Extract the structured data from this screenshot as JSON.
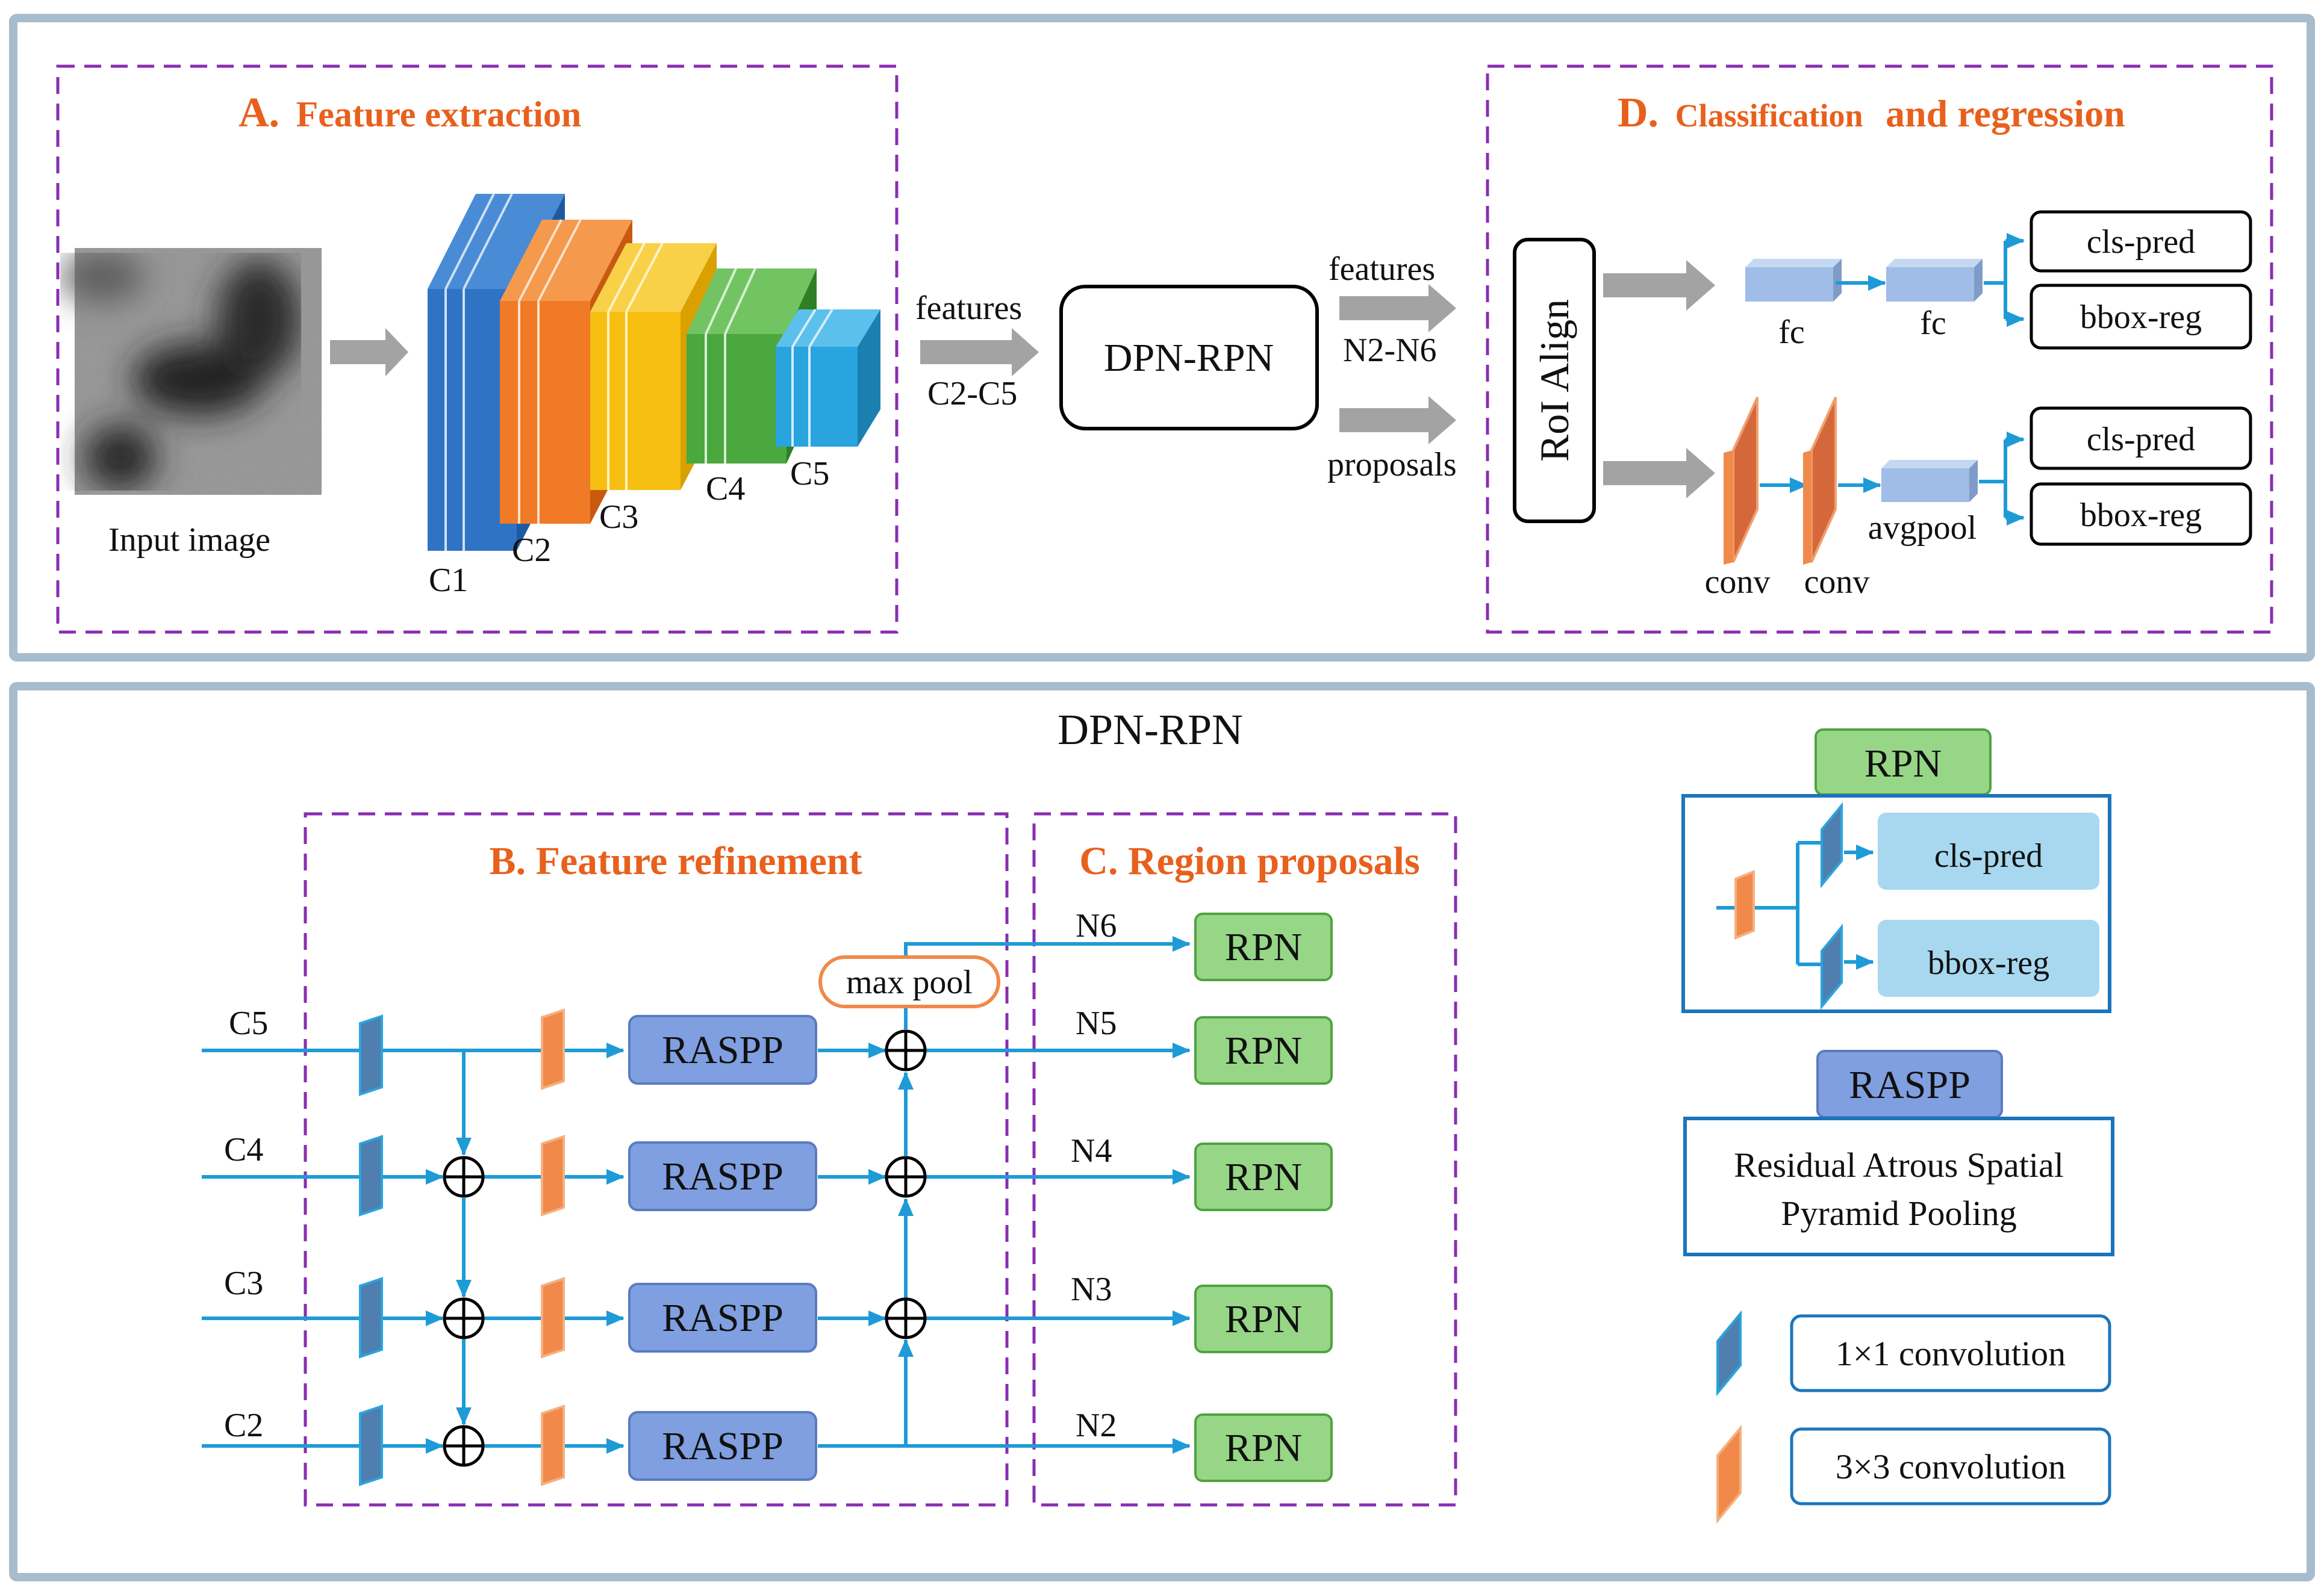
{
  "colors": {
    "panel_border": "#a7bccd",
    "dashed_border": "#8a2db2",
    "title_orange": "#e8601c",
    "arrow_blue": "#1e9bd7",
    "arrow_gray": "#a3a3a3",
    "raspp_fill": "#7f9fe0",
    "rpn_fill": "#97d687",
    "conv1x1": "#4f7fae",
    "conv3x3": "#f0894a",
    "fc_block": "#9fbde6",
    "legend_blue": "#1b75bc",
    "rpn_legend_box": "#a7d8f0",
    "c1": "#2f73c4",
    "c2": "#f07a26",
    "c3": "#f6bf12",
    "c4": "#4aa83e",
    "c5": "#2aa4de"
  },
  "top": {
    "feature_extraction": {
      "title_letter": "A.",
      "title_text": "Feature extraction",
      "input_label": "Input image",
      "stages": [
        "C1",
        "C2",
        "C3",
        "C4",
        "C5"
      ]
    },
    "arrow_features_label": "features",
    "arrow_c_label": "C2-C5",
    "dpn_rpn_box": "DPN-RPN",
    "arrow_out_features": "features",
    "arrow_out_n": "N2-N6",
    "arrow_out_proposals": "proposals",
    "classification": {
      "title_letter": "D.",
      "title_text": "Classification",
      "title_text2": "and regression",
      "roi_align": "RoI Align",
      "fc1": "fc",
      "fc2": "fc",
      "conv1": "conv",
      "conv2": "conv",
      "avgpool": "avgpool",
      "cls_pred_1": "cls-pred",
      "bbox_reg_1": "bbox-reg",
      "cls_pred_2": "cls-pred",
      "bbox_reg_2": "bbox-reg"
    }
  },
  "bottom": {
    "title": "DPN-RPN",
    "refinement_title": "B. Feature refinement",
    "proposals_title": "C. Region proposals",
    "max_pool": "max pool",
    "inputs": [
      "C5",
      "C4",
      "C3",
      "C2"
    ],
    "raspp": "RASPP",
    "outputs": [
      "N6",
      "N5",
      "N4",
      "N3",
      "N2"
    ],
    "rpn": "RPN",
    "legend": {
      "rpn_title": "RPN",
      "rpn_cls": "cls-pred",
      "rpn_bbox": "bbox-reg",
      "raspp_title": "RASPP",
      "raspp_desc_1": "Residual Atrous Spatial",
      "raspp_desc_2": "Pyramid Pooling",
      "conv1x1": "1×1 convolution",
      "conv3x3": "3×3 convolution"
    }
  }
}
